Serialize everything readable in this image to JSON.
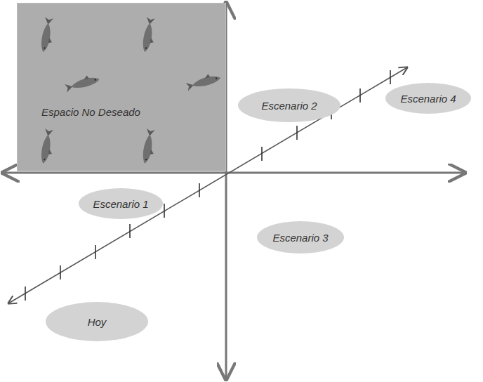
{
  "diagram": {
    "nodes": [
      {
        "text": [
          "Espacio No Deseado"
        ]
      },
      {
        "text": [
          "Escenario 2"
        ]
      },
      {
        "text": [
          "Escenario 4"
        ]
      },
      {
        "text": [
          "Escenario 1"
        ]
      },
      {
        "text": [
          "Escenario 3"
        ]
      },
      {
        "text": [
          "Hoy"
        ]
      }
    ]
  }
}
